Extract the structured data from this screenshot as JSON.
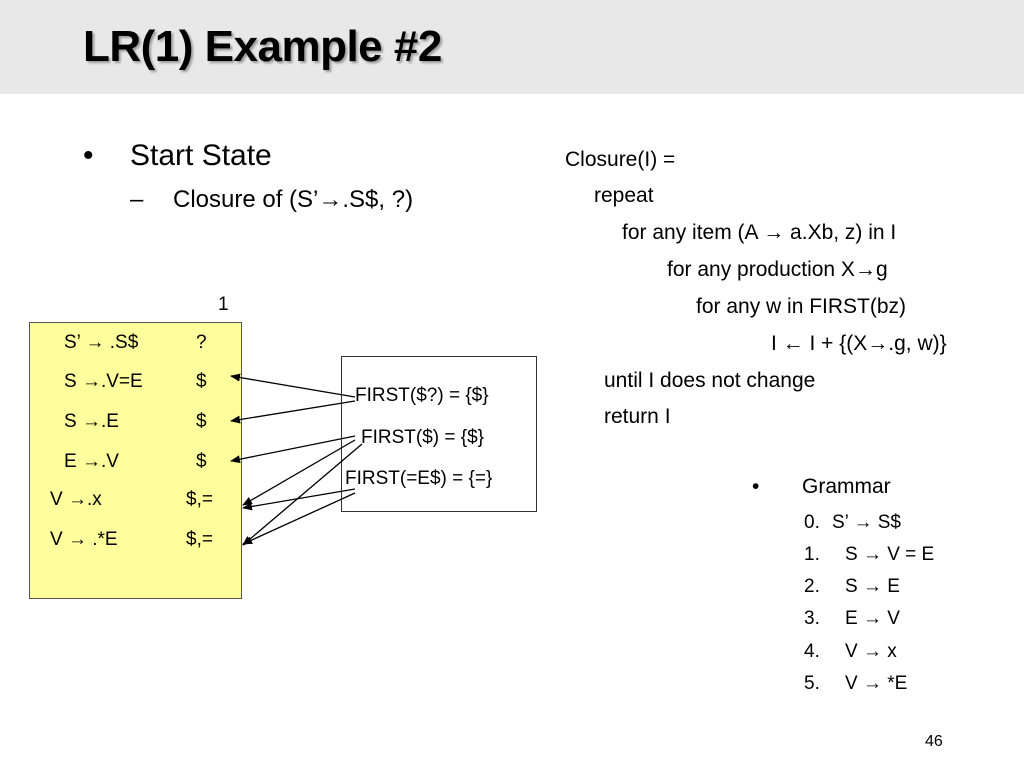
{
  "title": "LR(1) Example #2",
  "left": {
    "bullet": "•",
    "bullet_text": "Start State",
    "dash": "–",
    "sub_text": "Closure of (S’→.S$, ?)"
  },
  "closure": {
    "lines": [
      "Closure(I) =",
      "repeat",
      "for any item (A → a.Xb, z) in I",
      "for any production X→g",
      "for any w in FIRST(bz)",
      "I ← I + {(X→.g, w)}",
      "until I does not change",
      "return I"
    ]
  },
  "state": {
    "number": "1",
    "items": [
      {
        "item": "S’ → .S$",
        "lookahead": "?"
      },
      {
        "item": "S →.V=E",
        "lookahead": "$"
      },
      {
        "item": "S →.E",
        "lookahead": "$"
      },
      {
        "item": "E →.V",
        "lookahead": "$"
      },
      {
        "item": "V →.x",
        "lookahead": "$,="
      },
      {
        "item": "V → .*E",
        "lookahead": "$,="
      }
    ]
  },
  "first_sets": [
    "FIRST($?) = {$}",
    "FIRST($) = {$}",
    "FIRST(=E$) = {=}"
  ],
  "grammar": {
    "bullet": "•",
    "heading": "Grammar",
    "rules": [
      {
        "num": "0.",
        "rule": "S’ → S$"
      },
      {
        "num": "1.",
        "rule": "S → V = E"
      },
      {
        "num": "2.",
        "rule": "S → E"
      },
      {
        "num": "3.",
        "rule": "E → V"
      },
      {
        "num": "4.",
        "rule": "V → x"
      },
      {
        "num": "5.",
        "rule": "V → *E"
      }
    ]
  },
  "page_number": "46"
}
